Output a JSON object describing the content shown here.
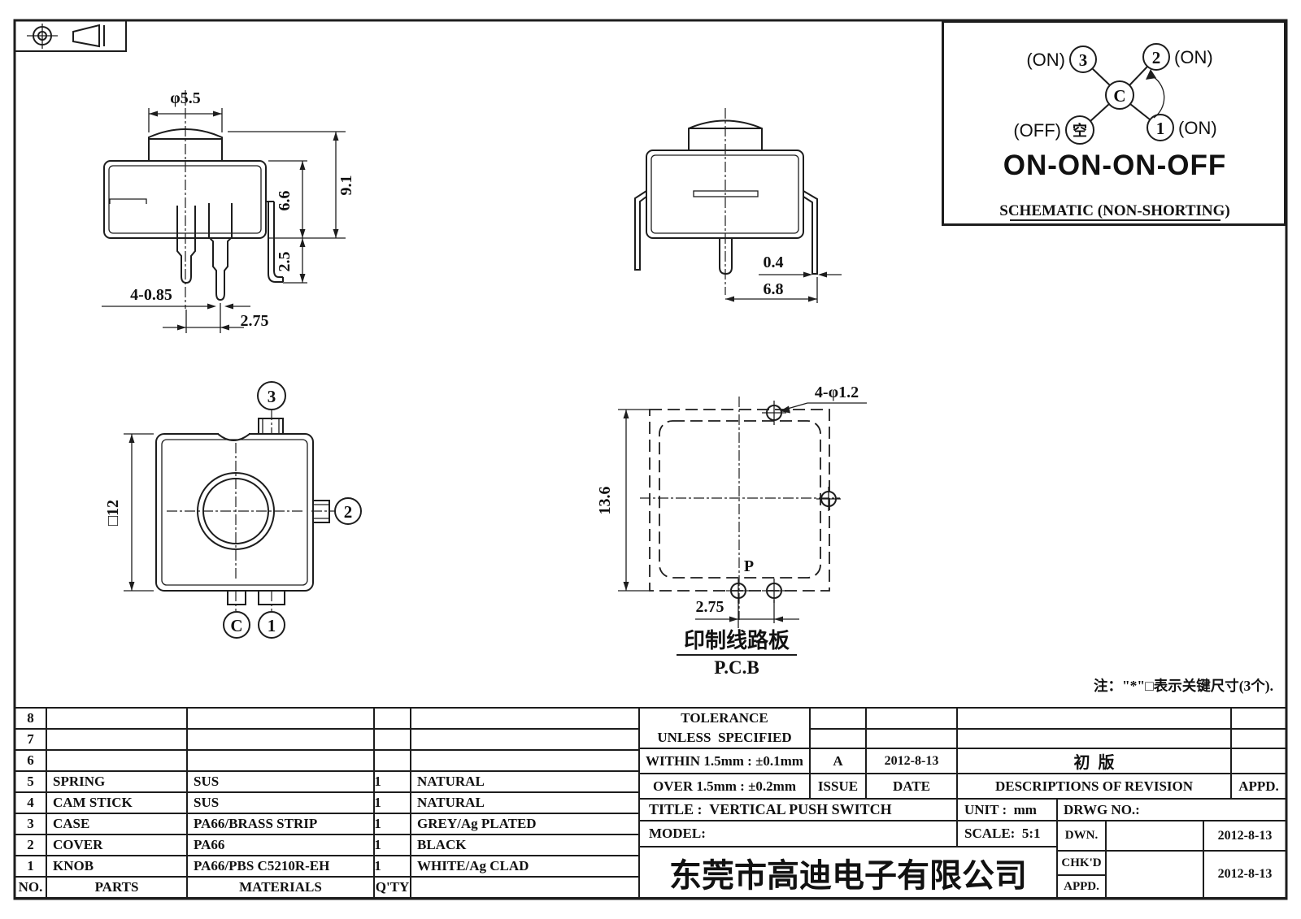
{
  "front_view": {
    "knob_diameter": "φ5.5",
    "total_height": "9.1",
    "body_height": "6.6",
    "bracket_depth": "2.5",
    "pin_size": "4-0.85",
    "pin_pitch": "2.75"
  },
  "side_view": {
    "leg_thickness": "0.4",
    "leg_span": "6.8"
  },
  "top_view": {
    "square_size": "□12",
    "t3": "3",
    "t2": "2",
    "tc": "C",
    "t1": "1"
  },
  "pcb_view": {
    "hole_spec": "4-φ1.2",
    "board_height": "13.6",
    "hole_pitch": "2.75",
    "point": "P",
    "label_cn": "印制线路板",
    "label_en": "P.C.B"
  },
  "schematic": {
    "on3_prefix": "(ON)",
    "pos3": "3",
    "pos2": "2",
    "on2_suffix": "(ON)",
    "center": "C",
    "off_prefix": "(OFF)",
    "off_symbol": "空",
    "pos1": "1",
    "on1_suffix": "(ON)",
    "function_label": "ON-ON-ON-OFF",
    "caption": "SCHEMATIC (NON-SHORTING)"
  },
  "note": "注：\"*\"□表示关键尺寸(3个).",
  "parts_table": {
    "header": {
      "no": "NO.",
      "parts": "PARTS",
      "materials": "MATERIALS",
      "qty": "Q'TY",
      "color": ""
    },
    "rows": [
      {
        "no": "8",
        "parts": "",
        "materials": "",
        "qty": "",
        "color": ""
      },
      {
        "no": "7",
        "parts": "",
        "materials": "",
        "qty": "",
        "color": ""
      },
      {
        "no": "6",
        "parts": "",
        "materials": "",
        "qty": "",
        "color": ""
      },
      {
        "no": "5",
        "parts": "SPRING",
        "materials": "SUS",
        "qty": "1",
        "color": "NATURAL"
      },
      {
        "no": "4",
        "parts": "CAM STICK",
        "materials": "SUS",
        "qty": "1",
        "color": "NATURAL"
      },
      {
        "no": "3",
        "parts": "CASE",
        "materials": "PA66/BRASS STRIP",
        "qty": "1",
        "color": "GREY/Ag PLATED"
      },
      {
        "no": "2",
        "parts": "COVER",
        "materials": "PA66",
        "qty": "1",
        "color": "BLACK"
      },
      {
        "no": "1",
        "parts": "KNOB",
        "materials": "PA66/PBS C5210R-EH",
        "qty": "1",
        "color": "WHITE/Ag CLAD"
      }
    ]
  },
  "tolerance_block": {
    "title1": "TOLERANCE",
    "title2": "UNLESS  SPECIFIED",
    "within": "WITHIN 1.5mm : ±0.1mm",
    "over": "OVER 1.5mm : ±0.2mm",
    "issue_value": "A",
    "issue_label": "ISSUE",
    "date_value": "2012-8-13",
    "date_label": "DATE",
    "revision_value": "初  版",
    "revision_label": "DESCRIPTIONS OF REVISION",
    "appd_label": "APPD."
  },
  "title_block": {
    "title": "TITLE :  VERTICAL PUSH SWITCH",
    "unit": "UNIT :  mm",
    "drwg_no": "DRWG NO.:",
    "model": "MODEL:",
    "scale": "SCALE:  5:1",
    "company": "东莞市高迪电子有限公司",
    "dwn": "DWN.",
    "chkd": "CHK'D",
    "appd": "APPD.",
    "dwn_date": "2012-8-13",
    "chkd_date": "2012-8-13"
  }
}
